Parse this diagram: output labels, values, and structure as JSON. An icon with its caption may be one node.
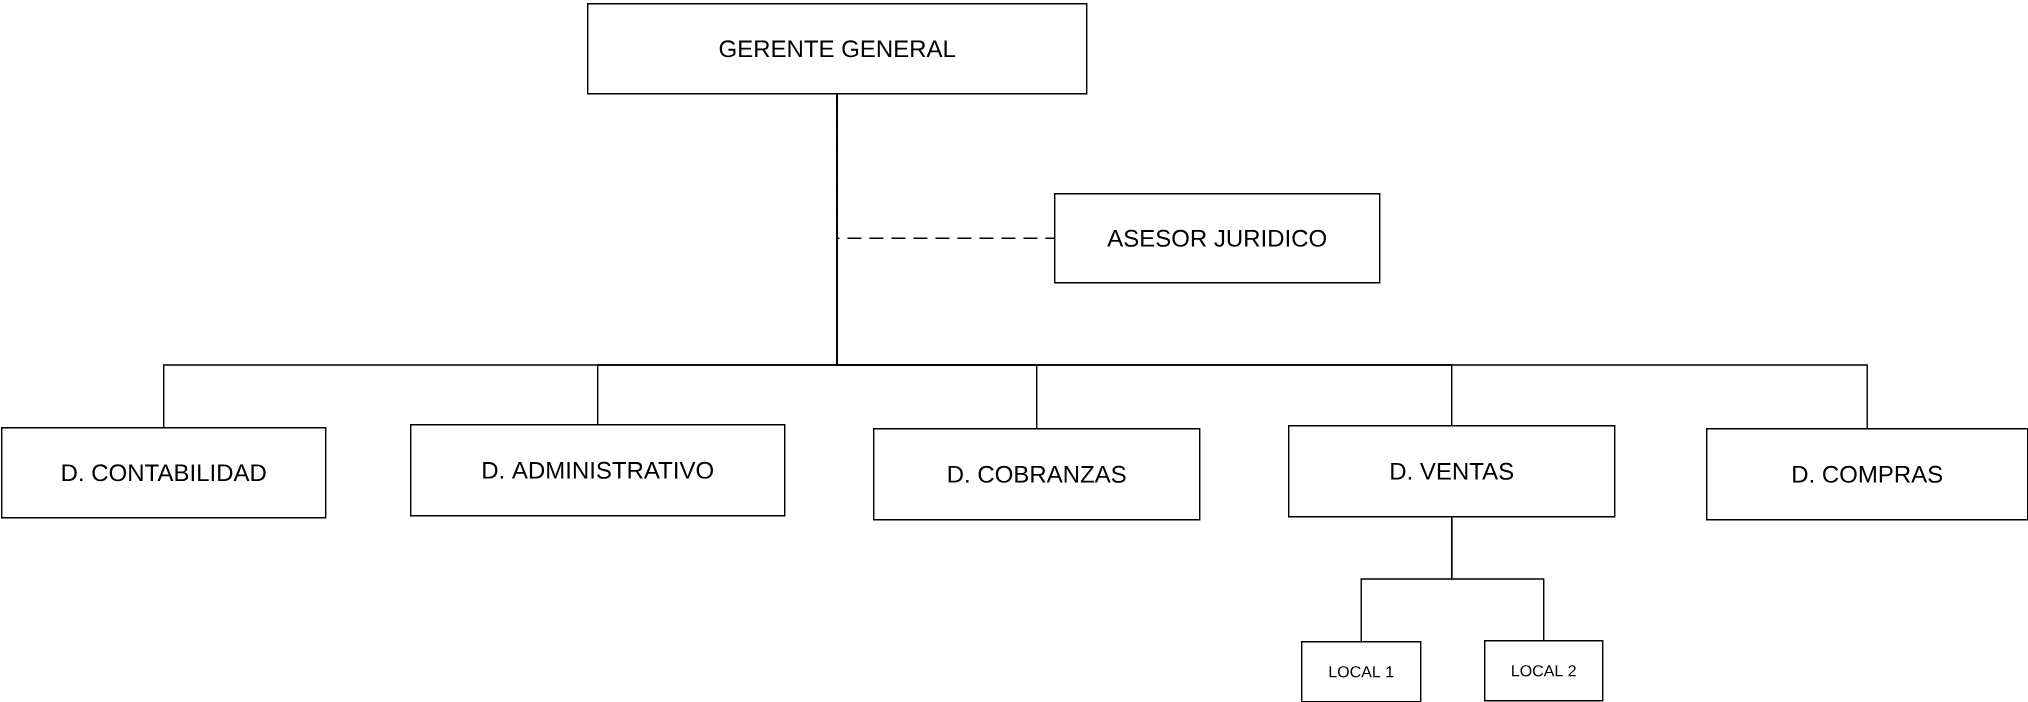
{
  "diagram": {
    "nodes": [
      {
        "text": [
          "GERENTE GENERAL"
        ]
      },
      {
        "text": [
          "ASESOR JURIDICO"
        ]
      },
      {
        "text": [
          "D. CONTABILIDAD"
        ]
      },
      {
        "text": [
          "D. ADMINISTRATIVO"
        ]
      },
      {
        "text": [
          "D. COBRANZAS"
        ]
      },
      {
        "text": [
          "D. VENTAS"
        ]
      },
      {
        "text": [
          "D. COMPRAS"
        ]
      },
      {
        "text": [
          "LOCAL 1"
        ]
      },
      {
        "text": [
          "LOCAL 2"
        ]
      }
    ],
    "edges": [
      {
        "from": 0,
        "to": 1,
        "arrow": "none",
        "style": "dashed"
      },
      {
        "from": 0,
        "to": 2,
        "arrow": "none"
      },
      {
        "from": 0,
        "to": 3,
        "arrow": "none"
      },
      {
        "from": 0,
        "to": 4,
        "arrow": "none"
      },
      {
        "from": 0,
        "to": 5,
        "arrow": "none"
      },
      {
        "from": 0,
        "to": 6,
        "arrow": "none"
      },
      {
        "from": 5,
        "to": 7,
        "arrow": "none"
      },
      {
        "from": 5,
        "to": 8,
        "arrow": "none"
      }
    ]
  }
}
